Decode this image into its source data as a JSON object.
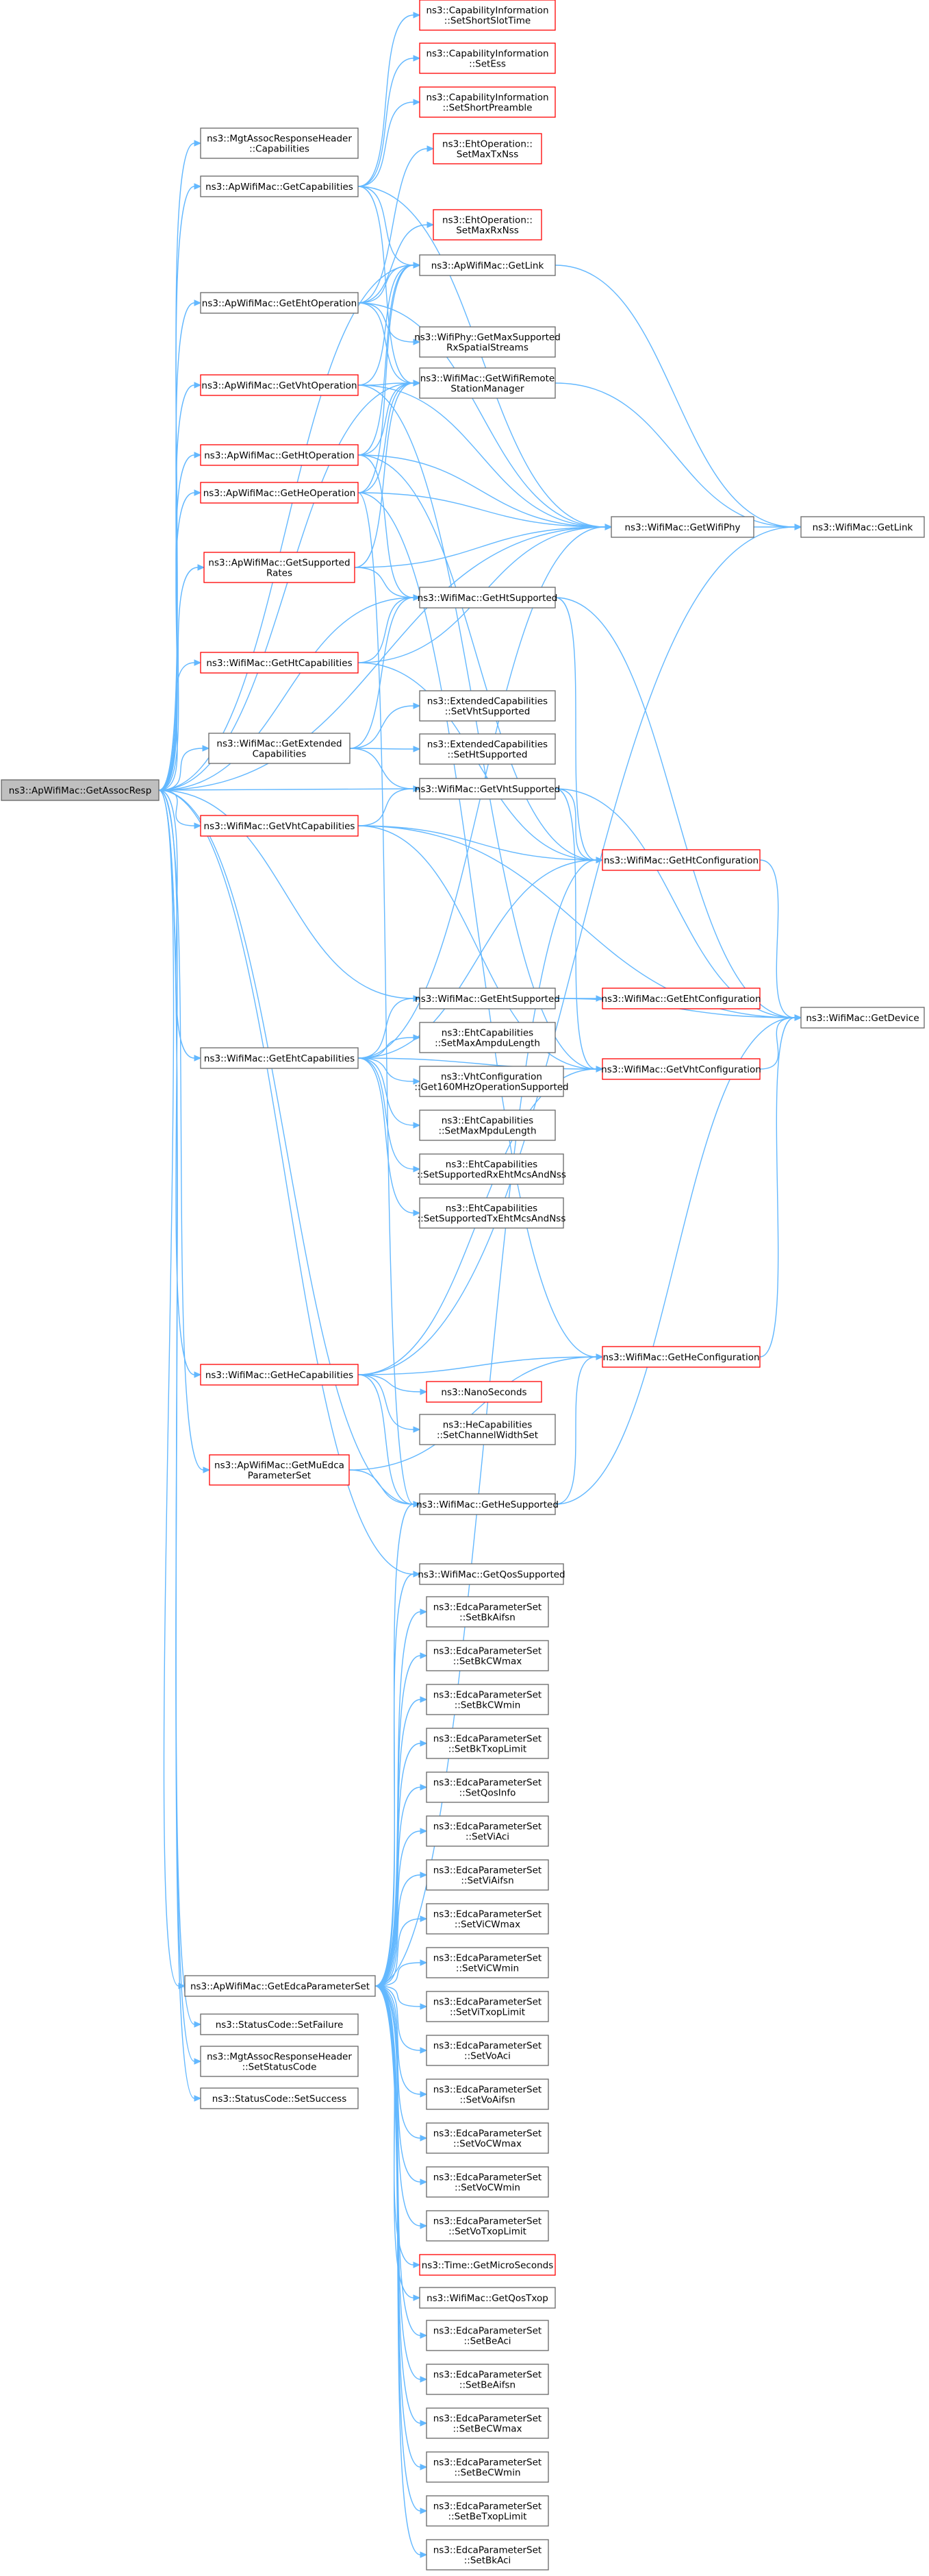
{
  "graph": {
    "root": "GetAssocResp",
    "colors": {
      "edge": "#63b8ff",
      "node_border": "#666666",
      "highlight_border": "#ff0000",
      "root_fill": "#bfbfbf"
    },
    "nodes": [
      {
        "id": "GetAssocResp",
        "lines": [
          "ns3::ApWifiMac::GetAssocResp"
        ],
        "red": false
      },
      {
        "id": "MgtCaps",
        "lines": [
          "ns3::MgtAssocResponseHeader",
          "::Capabilities"
        ],
        "red": false
      },
      {
        "id": "GetCapabilities",
        "lines": [
          "ns3::ApWifiMac::GetCapabilities"
        ],
        "red": false
      },
      {
        "id": "SetShortSlotTime",
        "lines": [
          "ns3::CapabilityInformation",
          "::SetShortSlotTime"
        ],
        "red": true
      },
      {
        "id": "SetEss",
        "lines": [
          "ns3::CapabilityInformation",
          "::SetEss"
        ],
        "red": true
      },
      {
        "id": "SetShortPreamble",
        "lines": [
          "ns3::CapabilityInformation",
          "::SetShortPreamble"
        ],
        "red": true
      },
      {
        "id": "GetEhtOperation",
        "lines": [
          "ns3::ApWifiMac::GetEhtOperation"
        ],
        "red": false
      },
      {
        "id": "SetMaxTxNss",
        "lines": [
          "ns3::EhtOperation::",
          "SetMaxTxNss"
        ],
        "red": true
      },
      {
        "id": "SetMaxRxNss",
        "lines": [
          "ns3::EhtOperation::",
          "SetMaxRxNss"
        ],
        "red": true
      },
      {
        "id": "ApGetLink",
        "lines": [
          "ns3::ApWifiMac::GetLink"
        ],
        "red": false
      },
      {
        "id": "GetMaxSupported",
        "lines": [
          "ns3::WifiPhy::GetMaxSupported",
          "RxSpatialStreams"
        ],
        "red": false
      },
      {
        "id": "GetWifiRemote",
        "lines": [
          "ns3::WifiMac::GetWifiRemote",
          "StationManager"
        ],
        "red": false
      },
      {
        "id": "GetVhtOperation",
        "lines": [
          "ns3::ApWifiMac::GetVhtOperation"
        ],
        "red": true
      },
      {
        "id": "GetHtOperation",
        "lines": [
          "ns3::ApWifiMac::GetHtOperation"
        ],
        "red": true
      },
      {
        "id": "GetHeOperation",
        "lines": [
          "ns3::ApWifiMac::GetHeOperation"
        ],
        "red": true
      },
      {
        "id": "GetWifiPhy",
        "lines": [
          "ns3::WifiMac::GetWifiPhy"
        ],
        "red": false
      },
      {
        "id": "MacGetLink",
        "lines": [
          "ns3::WifiMac::GetLink"
        ],
        "red": false
      },
      {
        "id": "GetSupportedRates",
        "lines": [
          "ns3::ApWifiMac::GetSupported",
          "Rates"
        ],
        "red": true
      },
      {
        "id": "GetHtSupported",
        "lines": [
          "ns3::WifiMac::GetHtSupported"
        ],
        "red": false
      },
      {
        "id": "GetHtCapabilities",
        "lines": [
          "ns3::WifiMac::GetHtCapabilities"
        ],
        "red": true
      },
      {
        "id": "GetExtendedCaps",
        "lines": [
          "ns3::WifiMac::GetExtended",
          "Capabilities"
        ],
        "red": false
      },
      {
        "id": "SetVhtSupported",
        "lines": [
          "ns3::ExtendedCapabilities",
          "::SetVhtSupported"
        ],
        "red": false
      },
      {
        "id": "SetHtSupported",
        "lines": [
          "ns3::ExtendedCapabilities",
          "::SetHtSupported"
        ],
        "red": false
      },
      {
        "id": "GetVhtSupported",
        "lines": [
          "ns3::WifiMac::GetVhtSupported"
        ],
        "red": false
      },
      {
        "id": "GetVhtCapabilities",
        "lines": [
          "ns3::WifiMac::GetVhtCapabilities"
        ],
        "red": true
      },
      {
        "id": "GetHtConfiguration",
        "lines": [
          "ns3::WifiMac::GetHtConfiguration"
        ],
        "red": true
      },
      {
        "id": "GetEhtSupported",
        "lines": [
          "ns3::WifiMac::GetEhtSupported"
        ],
        "red": false
      },
      {
        "id": "GetEhtConfiguration",
        "lines": [
          "ns3::WifiMac::GetEhtConfiguration"
        ],
        "red": true
      },
      {
        "id": "GetDevice",
        "lines": [
          "ns3::WifiMac::GetDevice"
        ],
        "red": false
      },
      {
        "id": "GetEhtCapabilities",
        "lines": [
          "ns3::WifiMac::GetEhtCapabilities"
        ],
        "red": false
      },
      {
        "id": "SetMaxAmpduLength",
        "lines": [
          "ns3::EhtCapabilities",
          "::SetMaxAmpduLength"
        ],
        "red": false
      },
      {
        "id": "GetVhtConfiguration",
        "lines": [
          "ns3::WifiMac::GetVhtConfiguration"
        ],
        "red": true
      },
      {
        "id": "Get160MHz",
        "lines": [
          "ns3::VhtConfiguration",
          "::Get160MHzOperationSupported"
        ],
        "red": false
      },
      {
        "id": "SetMaxMpduLength",
        "lines": [
          "ns3::EhtCapabilities",
          "::SetMaxMpduLength"
        ],
        "red": false
      },
      {
        "id": "SetSupportedRx",
        "lines": [
          "ns3::EhtCapabilities",
          "::SetSupportedRxEhtMcsAndNss"
        ],
        "red": false
      },
      {
        "id": "SetSupportedTx",
        "lines": [
          "ns3::EhtCapabilities",
          "::SetSupportedTxEhtMcsAndNss"
        ],
        "red": false
      },
      {
        "id": "GetHeCapabilities",
        "lines": [
          "ns3::WifiMac::GetHeCapabilities"
        ],
        "red": true
      },
      {
        "id": "GetHeConfiguration",
        "lines": [
          "ns3::WifiMac::GetHeConfiguration"
        ],
        "red": true
      },
      {
        "id": "NanoSeconds",
        "lines": [
          "ns3::NanoSeconds"
        ],
        "red": true
      },
      {
        "id": "SetChannelWidthSet",
        "lines": [
          "ns3::HeCapabilities",
          "::SetChannelWidthSet"
        ],
        "red": false
      },
      {
        "id": "GetMuEdca",
        "lines": [
          "ns3::ApWifiMac::GetMuEdca",
          "ParameterSet"
        ],
        "red": true
      },
      {
        "id": "GetHeSupported",
        "lines": [
          "ns3::WifiMac::GetHeSupported"
        ],
        "red": false
      },
      {
        "id": "GetQosSupported",
        "lines": [
          "ns3::WifiMac::GetQosSupported"
        ],
        "red": false
      },
      {
        "id": "SetBkAifsn",
        "lines": [
          "ns3::EdcaParameterSet",
          "::SetBkAifsn"
        ],
        "red": false
      },
      {
        "id": "SetBkCWmax",
        "lines": [
          "ns3::EdcaParameterSet",
          "::SetBkCWmax"
        ],
        "red": false
      },
      {
        "id": "SetBkCWmin",
        "lines": [
          "ns3::EdcaParameterSet",
          "::SetBkCWmin"
        ],
        "red": false
      },
      {
        "id": "SetBkTxopLimit",
        "lines": [
          "ns3::EdcaParameterSet",
          "::SetBkTxopLimit"
        ],
        "red": false
      },
      {
        "id": "SetQosInfo",
        "lines": [
          "ns3::EdcaParameterSet",
          "::SetQosInfo"
        ],
        "red": false
      },
      {
        "id": "SetViAci",
        "lines": [
          "ns3::EdcaParameterSet",
          "::SetViAci"
        ],
        "red": false
      },
      {
        "id": "SetViAifsn",
        "lines": [
          "ns3::EdcaParameterSet",
          "::SetViAifsn"
        ],
        "red": false
      },
      {
        "id": "SetViCWmax",
        "lines": [
          "ns3::EdcaParameterSet",
          "::SetViCWmax"
        ],
        "red": false
      },
      {
        "id": "SetViCWmin",
        "lines": [
          "ns3::EdcaParameterSet",
          "::SetViCWmin"
        ],
        "red": false
      },
      {
        "id": "GetEdcaParameterSet",
        "lines": [
          "ns3::ApWifiMac::GetEdcaParameterSet"
        ],
        "red": false
      },
      {
        "id": "SetViTxopLimit",
        "lines": [
          "ns3::EdcaParameterSet",
          "::SetViTxopLimit"
        ],
        "red": false
      },
      {
        "id": "SetFailure",
        "lines": [
          "ns3::StatusCode::SetFailure"
        ],
        "red": false
      },
      {
        "id": "SetVoAci",
        "lines": [
          "ns3::EdcaParameterSet",
          "::SetVoAci"
        ],
        "red": false
      },
      {
        "id": "MgtSetStatusCode",
        "lines": [
          "ns3::MgtAssocResponseHeader",
          "::SetStatusCode"
        ],
        "red": false
      },
      {
        "id": "SetSuccess",
        "lines": [
          "ns3::StatusCode::SetSuccess"
        ],
        "red": false
      },
      {
        "id": "SetVoAifsn",
        "lines": [
          "ns3::EdcaParameterSet",
          "::SetVoAifsn"
        ],
        "red": false
      },
      {
        "id": "SetVoCWmax",
        "lines": [
          "ns3::EdcaParameterSet",
          "::SetVoCWmax"
        ],
        "red": false
      },
      {
        "id": "SetVoCWmin",
        "lines": [
          "ns3::EdcaParameterSet",
          "::SetVoCWmin"
        ],
        "red": false
      },
      {
        "id": "SetVoTxopLimit",
        "lines": [
          "ns3::EdcaParameterSet",
          "::SetVoTxopLimit"
        ],
        "red": false
      },
      {
        "id": "GetMicroSeconds",
        "lines": [
          "ns3::Time::GetMicroSeconds"
        ],
        "red": true
      },
      {
        "id": "GetQosTxop",
        "lines": [
          "ns3::WifiMac::GetQosTxop"
        ],
        "red": false
      },
      {
        "id": "SetBeAci",
        "lines": [
          "ns3::EdcaParameterSet",
          "::SetBeAci"
        ],
        "red": false
      },
      {
        "id": "SetBeAifsn",
        "lines": [
          "ns3::EdcaParameterSet",
          "::SetBeAifsn"
        ],
        "red": false
      },
      {
        "id": "SetBeCWmax",
        "lines": [
          "ns3::EdcaParameterSet",
          "::SetBeCWmax"
        ],
        "red": false
      },
      {
        "id": "SetBeCWmin",
        "lines": [
          "ns3::EdcaParameterSet",
          "::SetBeCWmin"
        ],
        "red": false
      },
      {
        "id": "SetBeTxopLimit",
        "lines": [
          "ns3::EdcaParameterSet",
          "::SetBeTxopLimit"
        ],
        "red": false
      },
      {
        "id": "SetBkAci",
        "lines": [
          "ns3::EdcaParameterSet",
          "::SetBkAci"
        ],
        "red": false
      }
    ],
    "edges": [
      [
        "GetAssocResp",
        "MgtCaps"
      ],
      [
        "GetAssocResp",
        "GetCapabilities"
      ],
      [
        "GetAssocResp",
        "GetEhtOperation"
      ],
      [
        "GetAssocResp",
        "GetVhtOperation"
      ],
      [
        "GetAssocResp",
        "GetHtOperation"
      ],
      [
        "GetAssocResp",
        "GetHeOperation"
      ],
      [
        "GetAssocResp",
        "GetSupportedRates"
      ],
      [
        "GetAssocResp",
        "GetHtCapabilities"
      ],
      [
        "GetAssocResp",
        "GetExtendedCaps"
      ],
      [
        "GetAssocResp",
        "GetVhtCapabilities"
      ],
      [
        "GetAssocResp",
        "GetEhtCapabilities"
      ],
      [
        "GetAssocResp",
        "GetHeCapabilities"
      ],
      [
        "GetAssocResp",
        "GetMuEdca"
      ],
      [
        "GetAssocResp",
        "GetEdcaParameterSet"
      ],
      [
        "GetAssocResp",
        "SetFailure"
      ],
      [
        "GetAssocResp",
        "MgtSetStatusCode"
      ],
      [
        "GetAssocResp",
        "SetSuccess"
      ],
      [
        "GetAssocResp",
        "GetQosSupported"
      ],
      [
        "GetAssocResp",
        "ApGetLink"
      ],
      [
        "GetAssocResp",
        "GetWifiRemote"
      ],
      [
        "GetAssocResp",
        "GetWifiPhy"
      ],
      [
        "GetAssocResp",
        "GetHtSupported"
      ],
      [
        "GetAssocResp",
        "GetVhtSupported"
      ],
      [
        "GetAssocResp",
        "GetEhtSupported"
      ],
      [
        "GetAssocResp",
        "GetHeSupported"
      ],
      [
        "GetCapabilities",
        "SetShortSlotTime"
      ],
      [
        "GetCapabilities",
        "SetEss"
      ],
      [
        "GetCapabilities",
        "SetShortPreamble"
      ],
      [
        "GetCapabilities",
        "ApGetLink"
      ],
      [
        "GetCapabilities",
        "GetWifiRemote"
      ],
      [
        "GetCapabilities",
        "GetWifiPhy"
      ],
      [
        "GetEhtOperation",
        "SetMaxTxNss"
      ],
      [
        "GetEhtOperation",
        "SetMaxRxNss"
      ],
      [
        "GetEhtOperation",
        "ApGetLink"
      ],
      [
        "GetEhtOperation",
        "GetMaxSupported"
      ],
      [
        "GetEhtOperation",
        "GetWifiRemote"
      ],
      [
        "GetEhtOperation",
        "GetWifiPhy"
      ],
      [
        "GetVhtOperation",
        "ApGetLink"
      ],
      [
        "GetVhtOperation",
        "GetWifiRemote"
      ],
      [
        "GetVhtOperation",
        "GetWifiPhy"
      ],
      [
        "GetVhtOperation",
        "GetVhtConfiguration"
      ],
      [
        "GetHtOperation",
        "ApGetLink"
      ],
      [
        "GetHtOperation",
        "GetWifiRemote"
      ],
      [
        "GetHtOperation",
        "GetWifiPhy"
      ],
      [
        "GetHtOperation",
        "GetHtSupported"
      ],
      [
        "GetHtOperation",
        "GetHtConfiguration"
      ],
      [
        "GetHeOperation",
        "ApGetLink"
      ],
      [
        "GetHeOperation",
        "GetWifiRemote"
      ],
      [
        "GetHeOperation",
        "GetWifiPhy"
      ],
      [
        "GetHeOperation",
        "GetHeSupported"
      ],
      [
        "GetHeOperation",
        "GetHeConfiguration"
      ],
      [
        "GetSupportedRates",
        "GetWifiPhy"
      ],
      [
        "GetSupportedRates",
        "GetHtSupported"
      ],
      [
        "GetSupportedRates",
        "GetWifiRemote"
      ],
      [
        "GetHtCapabilities",
        "GetHtSupported"
      ],
      [
        "GetHtCapabilities",
        "GetWifiPhy"
      ],
      [
        "GetHtCapabilities",
        "GetHtConfiguration"
      ],
      [
        "GetExtendedCaps",
        "SetVhtSupported"
      ],
      [
        "GetExtendedCaps",
        "SetHtSupported"
      ],
      [
        "GetExtendedCaps",
        "GetHtSupported"
      ],
      [
        "GetExtendedCaps",
        "GetVhtSupported"
      ],
      [
        "GetVhtCapabilities",
        "GetVhtSupported"
      ],
      [
        "GetVhtCapabilities",
        "GetHtConfiguration"
      ],
      [
        "GetVhtCapabilities",
        "GetVhtConfiguration"
      ],
      [
        "GetVhtCapabilities",
        "GetDevice"
      ],
      [
        "GetHtSupported",
        "GetHtConfiguration"
      ],
      [
        "GetHtSupported",
        "GetDevice"
      ],
      [
        "GetVhtSupported",
        "GetHtConfiguration"
      ],
      [
        "GetVhtSupported",
        "GetVhtConfiguration"
      ],
      [
        "GetVhtSupported",
        "GetDevice"
      ],
      [
        "GetEhtSupported",
        "GetEhtConfiguration"
      ],
      [
        "GetEhtSupported",
        "GetDevice"
      ],
      [
        "GetEhtCapabilities",
        "GetEhtSupported"
      ],
      [
        "GetEhtCapabilities",
        "SetMaxAmpduLength"
      ],
      [
        "GetEhtCapabilities",
        "Get160MHz"
      ],
      [
        "GetEhtCapabilities",
        "SetMaxMpduLength"
      ],
      [
        "GetEhtCapabilities",
        "SetSupportedRx"
      ],
      [
        "GetEhtCapabilities",
        "SetSupportedTx"
      ],
      [
        "GetEhtCapabilities",
        "GetHtConfiguration"
      ],
      [
        "GetEhtCapabilities",
        "GetVhtConfiguration"
      ],
      [
        "GetEhtCapabilities",
        "GetWifiPhy"
      ],
      [
        "GetHeCapabilities",
        "GetHeConfiguration"
      ],
      [
        "GetHeCapabilities",
        "NanoSeconds"
      ],
      [
        "GetHeCapabilities",
        "SetChannelWidthSet"
      ],
      [
        "GetHeCapabilities",
        "GetHeSupported"
      ],
      [
        "GetHeCapabilities",
        "GetVhtConfiguration"
      ],
      [
        "GetHeCapabilities",
        "MacGetLink"
      ],
      [
        "GetMuEdca",
        "GetHeSupported"
      ],
      [
        "GetMuEdca",
        "GetHeConfiguration"
      ],
      [
        "GetHeSupported",
        "GetHeConfiguration"
      ],
      [
        "GetHeSupported",
        "GetDevice"
      ],
      [
        "GetHtConfiguration",
        "GetDevice"
      ],
      [
        "GetVhtConfiguration",
        "GetDevice"
      ],
      [
        "GetHeConfiguration",
        "GetDevice"
      ],
      [
        "GetWifiPhy",
        "MacGetLink"
      ],
      [
        "ApGetLink",
        "MacGetLink"
      ],
      [
        "GetWifiRemote",
        "MacGetLink"
      ],
      [
        "GetEdcaParameterSet",
        "GetQosSupported"
      ],
      [
        "GetEdcaParameterSet",
        "SetBkAifsn"
      ],
      [
        "GetEdcaParameterSet",
        "SetBkCWmax"
      ],
      [
        "GetEdcaParameterSet",
        "SetBkCWmin"
      ],
      [
        "GetEdcaParameterSet",
        "SetBkTxopLimit"
      ],
      [
        "GetEdcaParameterSet",
        "SetQosInfo"
      ],
      [
        "GetEdcaParameterSet",
        "SetViAci"
      ],
      [
        "GetEdcaParameterSet",
        "SetViAifsn"
      ],
      [
        "GetEdcaParameterSet",
        "SetViCWmax"
      ],
      [
        "GetEdcaParameterSet",
        "SetViCWmin"
      ],
      [
        "GetEdcaParameterSet",
        "SetViTxopLimit"
      ],
      [
        "GetEdcaParameterSet",
        "SetVoAci"
      ],
      [
        "GetEdcaParameterSet",
        "SetVoAifsn"
      ],
      [
        "GetEdcaParameterSet",
        "SetVoCWmax"
      ],
      [
        "GetEdcaParameterSet",
        "SetVoCWmin"
      ],
      [
        "GetEdcaParameterSet",
        "SetVoTxopLimit"
      ],
      [
        "GetEdcaParameterSet",
        "GetMicroSeconds"
      ],
      [
        "GetEdcaParameterSet",
        "GetQosTxop"
      ],
      [
        "GetEdcaParameterSet",
        "SetBeAci"
      ],
      [
        "GetEdcaParameterSet",
        "SetBeAifsn"
      ],
      [
        "GetEdcaParameterSet",
        "SetBeCWmax"
      ],
      [
        "GetEdcaParameterSet",
        "SetBeCWmin"
      ],
      [
        "GetEdcaParameterSet",
        "SetBeTxopLimit"
      ],
      [
        "GetEdcaParameterSet",
        "SetBkAci"
      ],
      [
        "GetEdcaParameterSet",
        "GetHeSupported"
      ],
      [
        "GetEdcaParameterSet",
        "GetHtConfiguration"
      ]
    ]
  }
}
